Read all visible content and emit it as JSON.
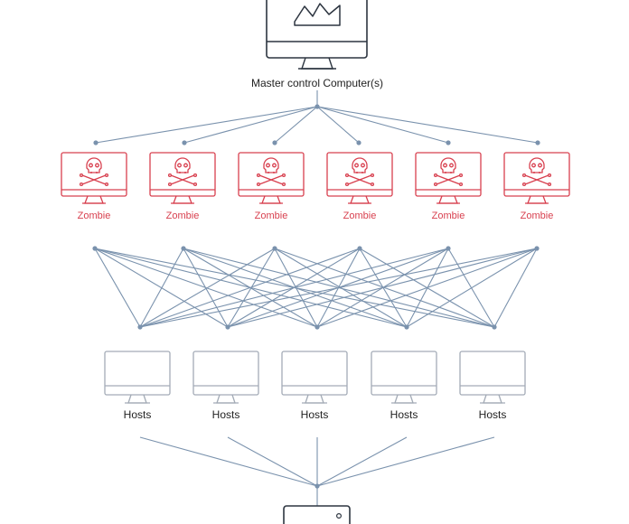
{
  "master": {
    "label": "Master control Computer(s)"
  },
  "zombies": [
    {
      "label": "Zombie"
    },
    {
      "label": "Zombie"
    },
    {
      "label": "Zombie"
    },
    {
      "label": "Zombie"
    },
    {
      "label": "Zombie"
    },
    {
      "label": "Zombie"
    }
  ],
  "hosts": [
    {
      "label": "Hosts"
    },
    {
      "label": "Hosts"
    },
    {
      "label": "Hosts"
    },
    {
      "label": "Hosts"
    },
    {
      "label": "Hosts"
    }
  ],
  "colors": {
    "line": "#7a92ad",
    "zombie": "#d8404f",
    "host": "#a3abb6",
    "master": "#2d3540"
  },
  "icons": {
    "master": "master-computer-icon",
    "zombie": "skull-crossbones-monitor-icon",
    "host": "monitor-icon",
    "target": "server-icon"
  }
}
